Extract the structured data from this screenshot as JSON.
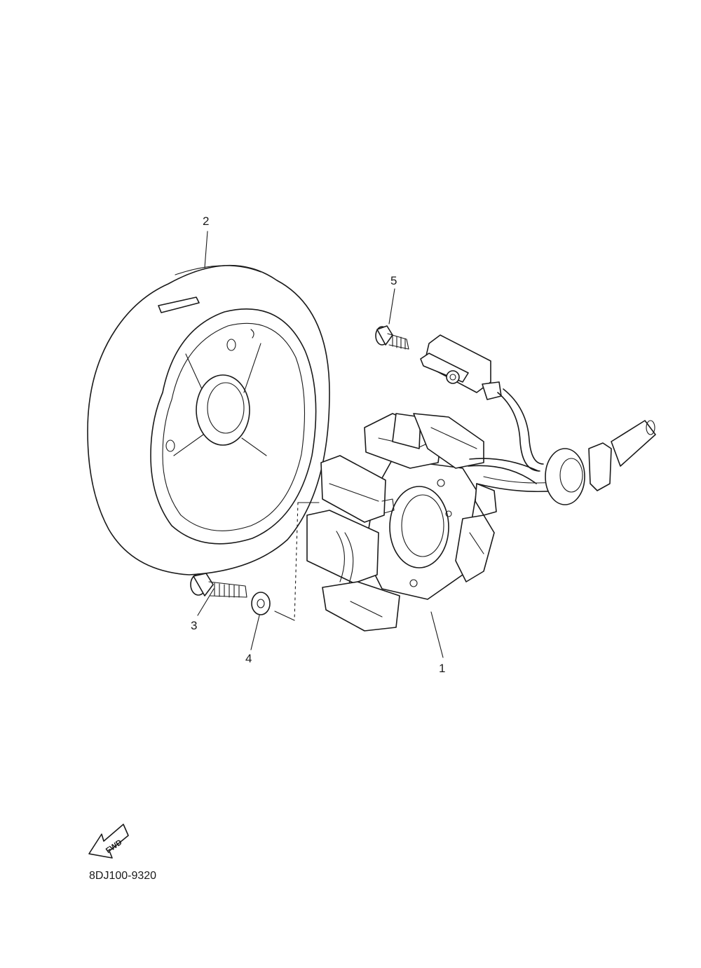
{
  "callouts": [
    {
      "id": 1,
      "label": "1",
      "part": "stator-assembly"
    },
    {
      "id": 2,
      "label": "2",
      "part": "rotor-flywheel"
    },
    {
      "id": 3,
      "label": "3",
      "part": "bolt"
    },
    {
      "id": 4,
      "label": "4",
      "part": "washer"
    },
    {
      "id": 5,
      "label": "5",
      "part": "screw"
    }
  ],
  "fwd_label": "FWD",
  "diagram_code": "8DJ100-9320",
  "colors": {
    "line": "#1a1a1a",
    "background": "#ffffff"
  }
}
